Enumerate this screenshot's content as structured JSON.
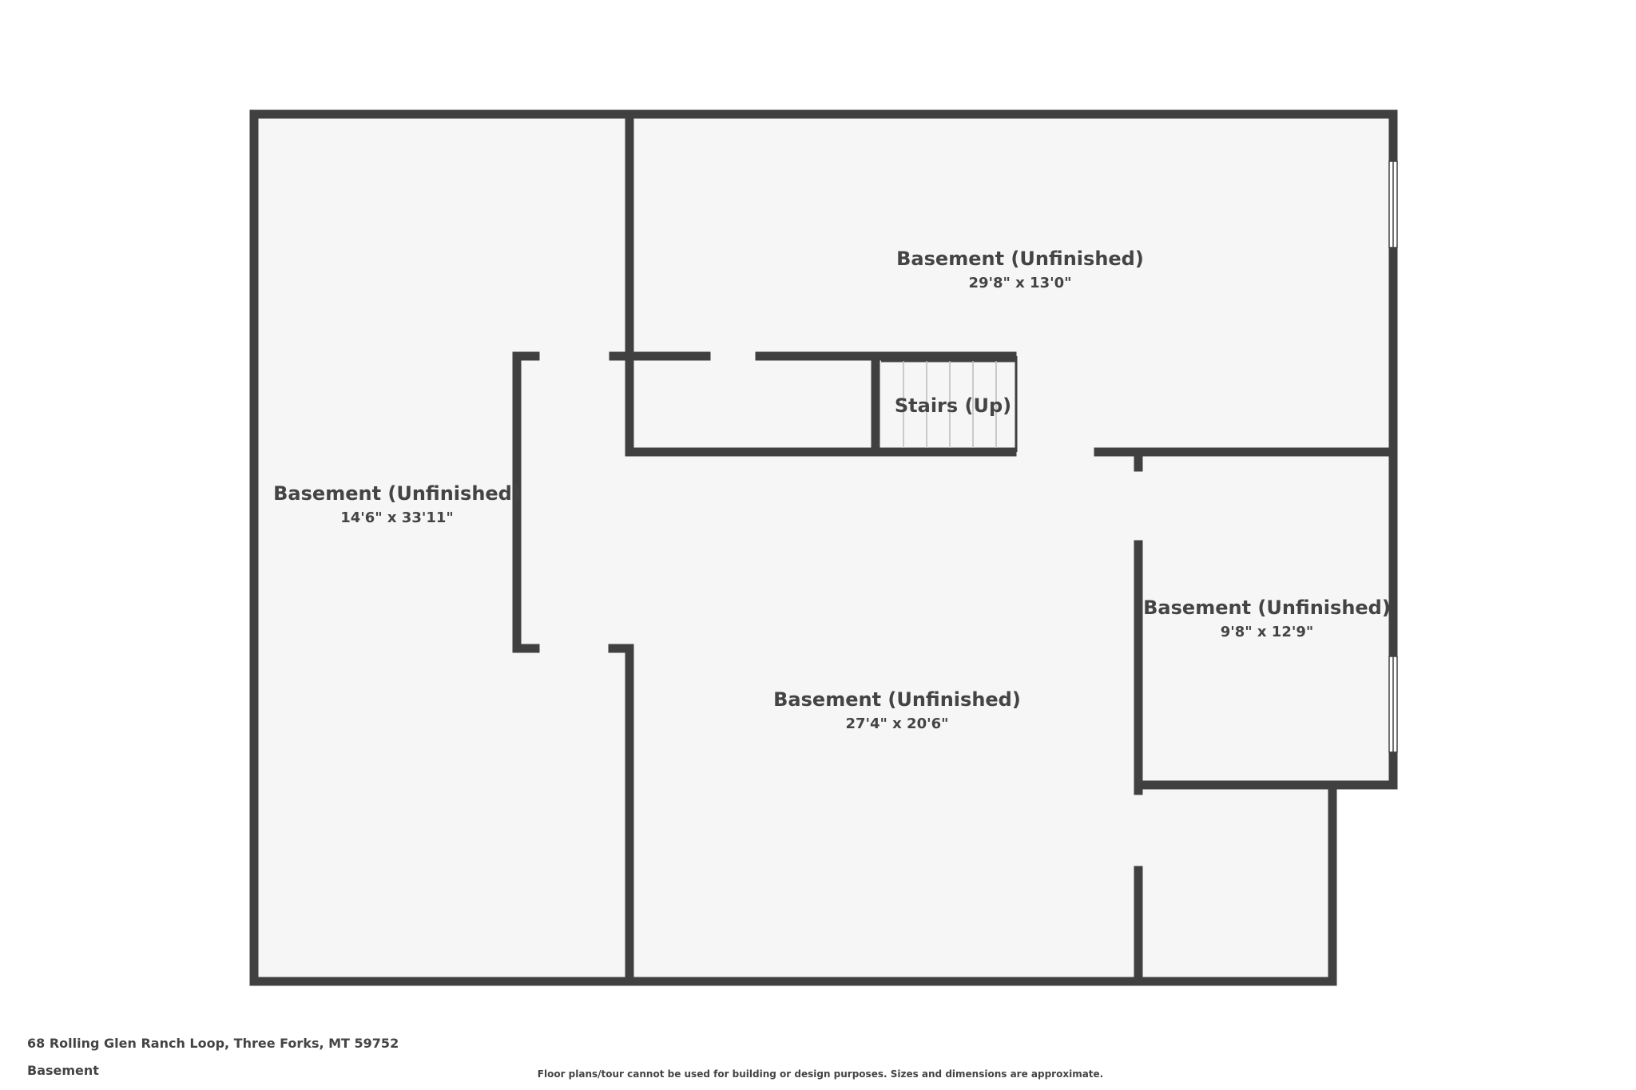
{
  "colors": {
    "wall": "#404040",
    "floor": "#f6f6f6",
    "text": "#444444",
    "stair_line": "#bbbbbb"
  },
  "rooms": [
    {
      "name": "Basement (Unfinished)",
      "dims": "29'8\" x 13'0\""
    },
    {
      "name": "Basement (Unfinished)",
      "dims": "14'6\" x 33'11\""
    },
    {
      "name": "Basement (Unfinished)",
      "dims": "9'8\" x 12'9\""
    },
    {
      "name": "Basement (Unfinished)",
      "dims": "27'4\" x 20'6\""
    }
  ],
  "stairs": {
    "label": "Stairs (Up)"
  },
  "footer": {
    "address": "68 Rolling Glen Ranch Loop, Three Forks, MT 59752",
    "floor": "Basement",
    "disclaimer": "Floor plans/tour cannot be used for building or design purposes. Sizes and dimensions are approximate."
  }
}
